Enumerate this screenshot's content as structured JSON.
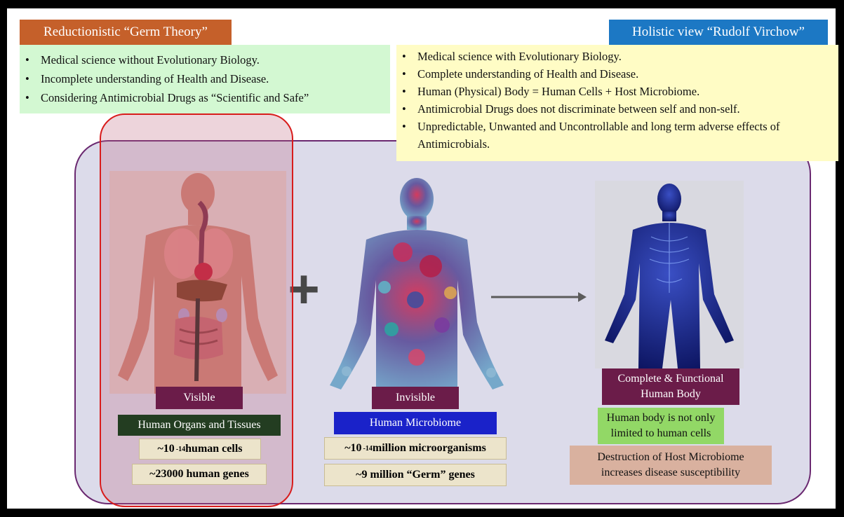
{
  "left_header": "Reductionistic “Germ Theory”",
  "right_header": "Holistic view “Rudolf Virchow”",
  "left_points": [
    "Medical science without Evolutionary Biology.",
    "Incomplete understanding of Health and Disease.",
    "Considering Antimicrobial Drugs as “Scientific and Safe”"
  ],
  "right_points": [
    "Medical science with Evolutionary Biology.",
    "Complete understanding of Health and Disease.",
    "Human (Physical) Body = Human Cells + Host Microbiome.",
    "Antimicrobial Drugs does not discriminate between self and non-self.",
    "Unpredictable, Unwanted and Uncontrollable and long term adverse effects of Antimicrobials."
  ],
  "bullet": "•",
  "plus_sign": "+",
  "visible": {
    "tag": "Visible",
    "name": "Human Organs and Tissues",
    "cells_prefix": "~10",
    "cells_exp": "-14",
    "cells_suffix": " human cells",
    "genes": "~23000 human genes"
  },
  "invisible": {
    "tag": "Invisible",
    "name": "Human Microbiome",
    "org_prefix": "~10",
    "org_exp": "-14",
    "org_suffix": " million microorganisms",
    "genes": "~9 million “Germ” genes"
  },
  "result": {
    "title": "Complete & Functional Human Body",
    "note": "Human body is not only limited to human cells",
    "warning": "Destruction of Host Microbiome increases disease susceptibility"
  },
  "colors": {
    "left_header_bg": "#c5602a",
    "right_header_bg": "#1c78c4",
    "left_box_bg": "#d3f8d2",
    "right_box_bg": "#fffcc5",
    "big_panel_bg": "#dcdbea",
    "tag_bg": "#6b1c49",
    "organs_bg": "#233d21",
    "microbiome_bg": "#1a22c9",
    "green_note_bg": "#92d866",
    "beige_bg": "#ece4cb",
    "pink_bg": "#d9b19f"
  }
}
